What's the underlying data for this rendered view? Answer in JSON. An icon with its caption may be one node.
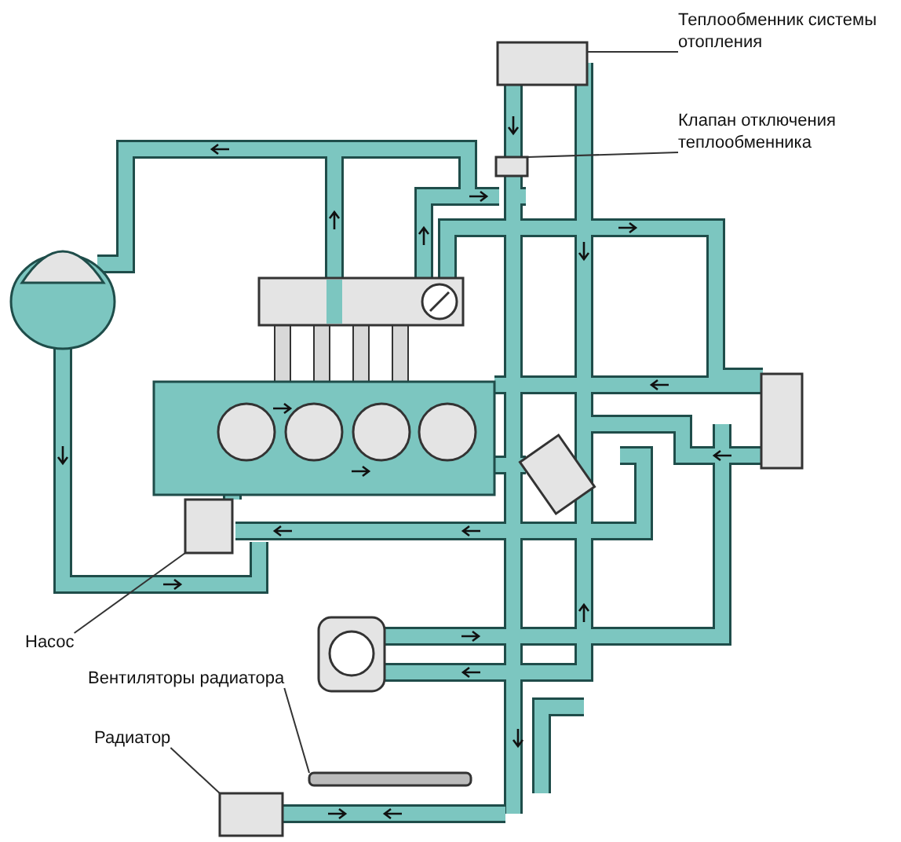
{
  "diagram": {
    "nodes": [
      {
        "text": [
          "Теплообменник системы отопления"
        ]
      },
      {
        "text": [],
        "shape": "box"
      },
      {
        "text": [
          "Клапан отключения теплообменника"
        ]
      },
      {
        "text": [],
        "shape": "box"
      },
      {
        "text": [
          "Насос"
        ]
      },
      {
        "text": [],
        "shape": "box"
      },
      {
        "text": [
          "Вентиляторы радиатора"
        ]
      },
      {
        "text": [],
        "shape": "bar"
      },
      {
        "text": [
          "Радиатор"
        ]
      },
      {
        "text": [],
        "shape": "box"
      }
    ],
    "edges": [
      {
        "from": 0,
        "to": 1,
        "arrow": "none"
      },
      {
        "from": 2,
        "to": 3,
        "arrow": "none"
      },
      {
        "from": 4,
        "to": 5,
        "arrow": "none"
      },
      {
        "from": 6,
        "to": 7,
        "arrow": "none"
      },
      {
        "from": 8,
        "to": 9,
        "arrow": "none"
      }
    ]
  }
}
